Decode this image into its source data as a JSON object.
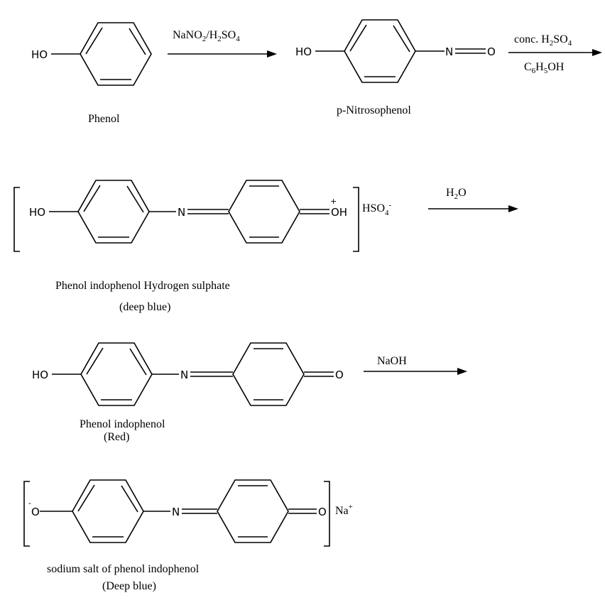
{
  "atoms": {
    "ho": "HO",
    "n": "N",
    "o": "O",
    "oh": "OH",
    "plus": "+",
    "minus": "-"
  },
  "steps": [
    {
      "molecule": "Phenol",
      "caption": "Phenol",
      "reagent_above": {
        "parts": [
          "NaNO",
          "2",
          "/H",
          "2",
          "SO",
          "4"
        ]
      }
    },
    {
      "molecule": "p-Nitrosophenol",
      "caption": "p-Nitrosophenol",
      "reagent_above": {
        "parts": [
          "conc. H",
          "2",
          "SO",
          "4"
        ]
      },
      "reagent_below": {
        "parts": [
          "C",
          "6",
          "H",
          "5",
          "OH"
        ]
      }
    },
    {
      "molecule": "Phenol indophenol Hydrogen sulphate",
      "caption_line1": "Phenol indophenol Hydrogen sulphate",
      "caption_line2": "(deep blue)",
      "counter_ion": {
        "parts": [
          "HSO",
          "4",
          "-"
        ]
      },
      "reagent_above": {
        "parts": [
          "H",
          "2",
          "O"
        ]
      }
    },
    {
      "molecule": "Phenol indophenol",
      "caption_line1": "Phenol indophenol",
      "caption_line2": "(Red)",
      "reagent_above": {
        "text": "NaOH"
      }
    },
    {
      "molecule": "sodium salt of phenol indophenol",
      "caption_line1": "sodium salt of phenol indophenol",
      "caption_line2": "(Deep blue)",
      "counter_ion": {
        "parts": [
          "Na",
          "+"
        ]
      }
    }
  ]
}
